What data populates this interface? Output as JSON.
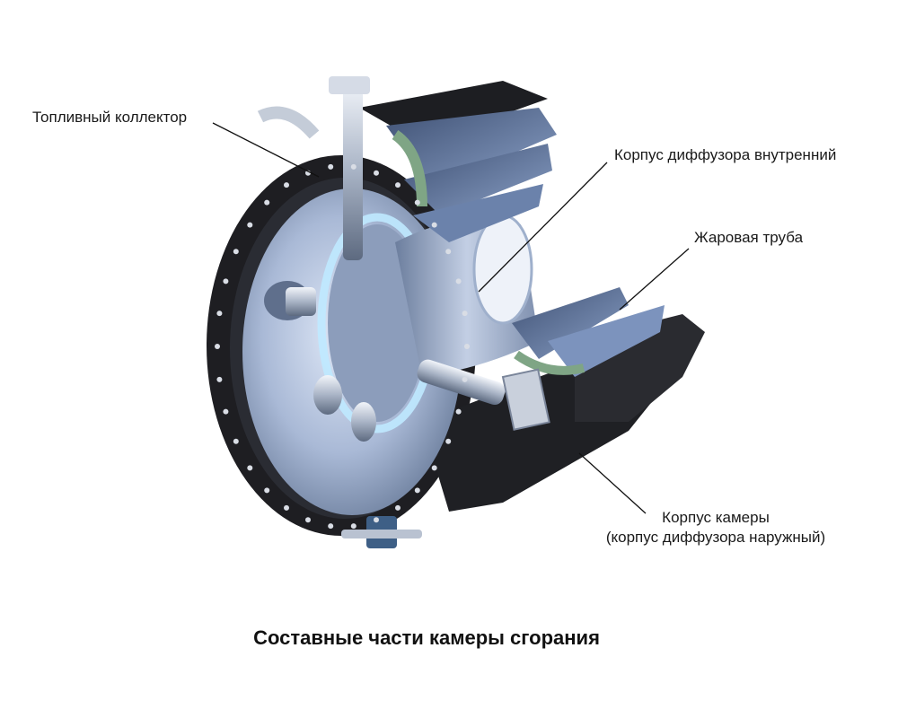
{
  "labels": {
    "fuel_manifold": "Топливный коллектор",
    "diffuser_inner": "Корпус диффузора внутренний",
    "flame_tube": "Жаровая труба",
    "chamber_case_line1": "Корпус камеры",
    "chamber_case_line2": "(корпус диффузора наружный)"
  },
  "caption": "Составные части камеры сгорания",
  "colors": {
    "flange": "#1e1e22",
    "metal_light": "#c9d6ec",
    "metal_mid": "#8a9bb8",
    "metal_dark": "#4a5a7a",
    "glow": "#bfe9ff",
    "green_band": "#7fa585"
  }
}
